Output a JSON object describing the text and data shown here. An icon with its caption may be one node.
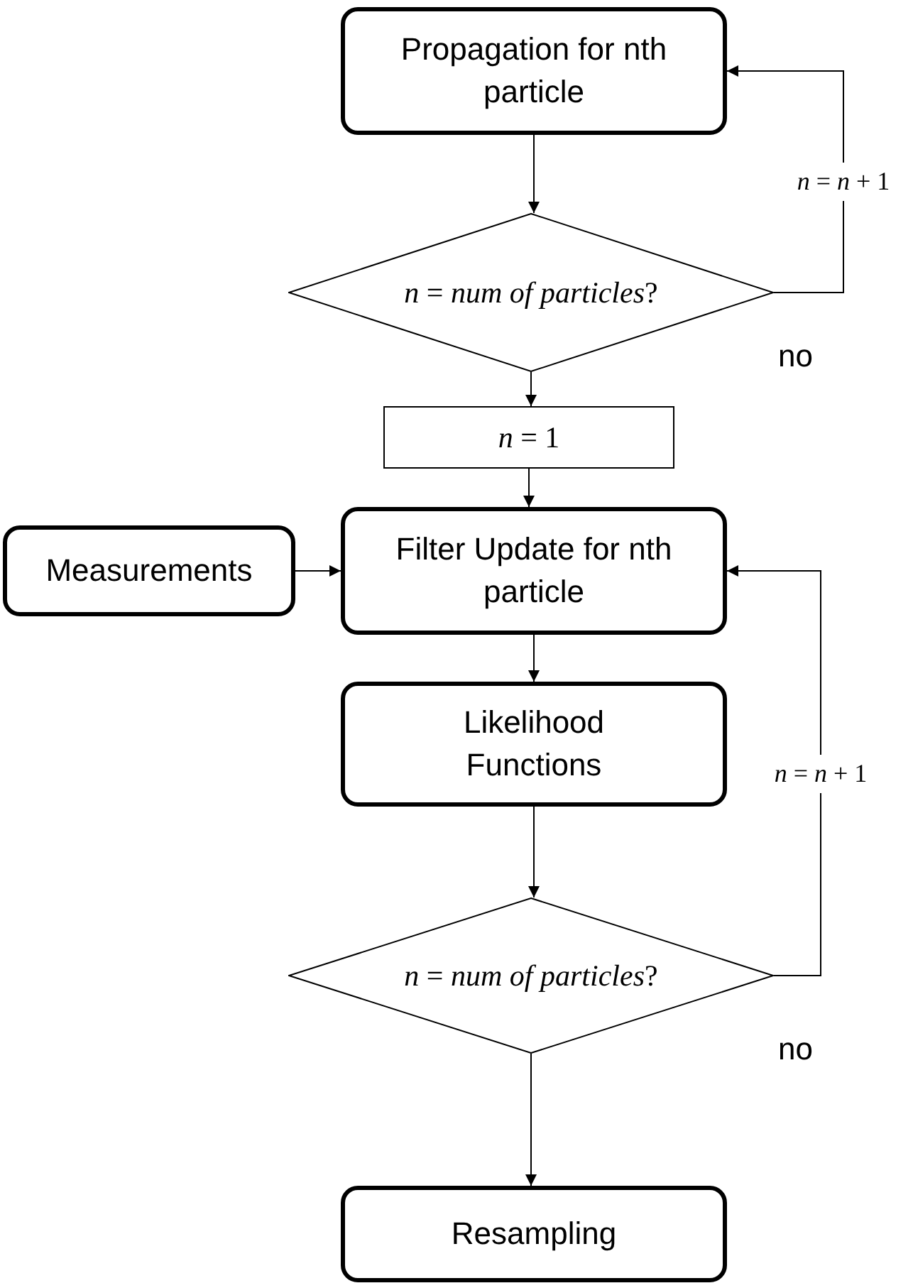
{
  "diagram": {
    "nodes": [
      {
        "text": [
          "Propagation for nth particle"
        ]
      },
      {
        "text": [
          "*n* = *num of particles*?"
        ],
        "beside": [
          "no"
        ]
      },
      {
        "text": [
          "*n* = 1"
        ]
      },
      {
        "text": [
          "Measurements"
        ]
      },
      {
        "text": [
          "Filter Update for nth particle"
        ]
      },
      {
        "text": [
          "Likelihood Functions"
        ]
      },
      {
        "text": [
          "*n* = *num of particles*?"
        ],
        "beside": [
          "no"
        ]
      },
      {
        "text": [
          "Resampling"
        ]
      }
    ],
    "edges": [
      {
        "from": 0,
        "to": 1,
        "arrow": "to"
      },
      {
        "from": 1,
        "to": 0,
        "arrow": "to",
        "label": "*n* = *n* + 1"
      },
      {
        "from": 1,
        "to": 2,
        "arrow": "to"
      },
      {
        "from": 2,
        "to": 4,
        "arrow": "to"
      },
      {
        "from": 3,
        "to": 4,
        "arrow": "to"
      },
      {
        "from": 4,
        "to": 5,
        "arrow": "to"
      },
      {
        "from": 5,
        "to": 6,
        "arrow": "to"
      },
      {
        "from": 6,
        "to": 4,
        "arrow": "to",
        "label": "*n* = *n* + 1"
      },
      {
        "from": 6,
        "to": 7,
        "arrow": "to"
      }
    ]
  }
}
